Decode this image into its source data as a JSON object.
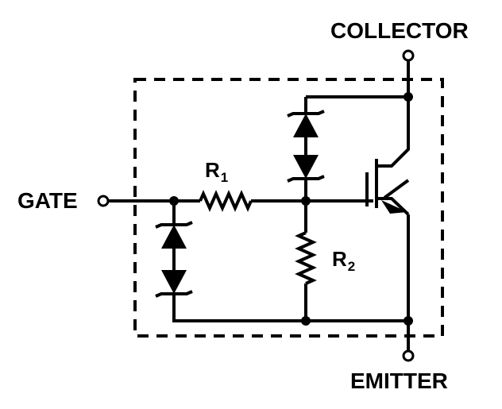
{
  "labels": {
    "collector": "COLLECTOR",
    "gate": "GATE",
    "emitter": "EMITTER",
    "r1_main": "R",
    "r1_sub": "1",
    "r2_main": "R",
    "r2_sub": "2"
  },
  "colors": {
    "line": "#000000",
    "background": "#ffffff"
  }
}
